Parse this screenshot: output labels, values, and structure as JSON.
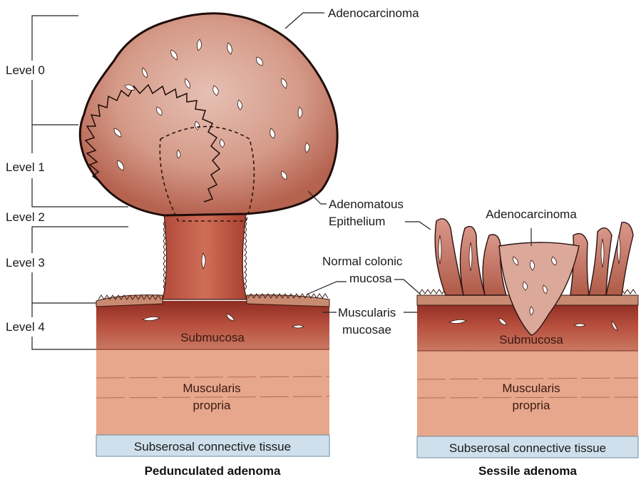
{
  "levels": [
    "Level 0",
    "Level 1",
    "Level 2",
    "Level 3",
    "Level 4"
  ],
  "pedunculated": {
    "title": "Pedunculated adenoma",
    "adenocarcinoma": "Adenocarcinoma",
    "adenomatous": [
      "Adenomatous",
      "Epithelium"
    ],
    "normal_mucosa": [
      "Normal colonic",
      "mucosa"
    ],
    "muscularis_mucosae": [
      "Muscularis",
      "mucosae"
    ],
    "submucosa": "Submucosa",
    "muscularis_propria": [
      "Muscularis",
      "propria"
    ],
    "subserosal": "Subserosal connective tissue"
  },
  "sessile": {
    "title": "Sessile adenoma",
    "adenocarcinoma": "Adenocarcinoma",
    "submucosa": "Submucosa",
    "muscularis_propria": [
      "Muscularis",
      "propria"
    ],
    "subserosal": "Subserosal connective tissue"
  },
  "colors": {
    "submucosa": "#b4473a",
    "muscularis_propria": "#e8a98f",
    "subserosa": "#cfe0ec",
    "polyp": "#c9786a",
    "tumor": "#d9a89a",
    "outline": "#2a1410"
  }
}
